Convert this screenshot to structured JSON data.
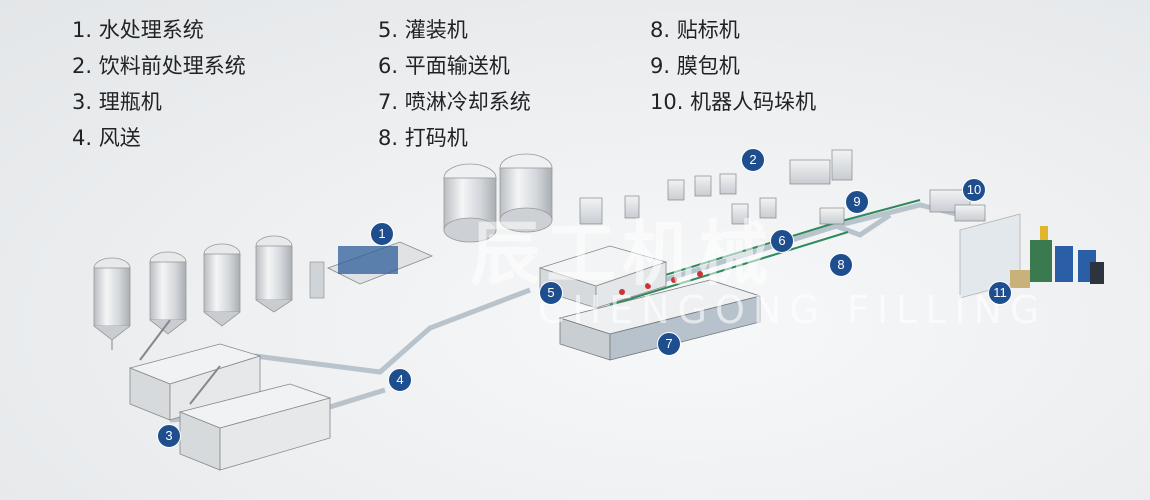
{
  "legend": {
    "col1": [
      "1. 水处理系统",
      "2. 饮料前处理系统",
      "3. 理瓶机",
      "4. 风送"
    ],
    "col2": [
      "5. 灌装机",
      "6. 平面输送机",
      "7. 喷淋冷却系统",
      "8. 打码机"
    ],
    "col3": [
      "8. 贴标机",
      "9. 膜包机",
      "10. 机器人码垛机"
    ]
  },
  "badges": [
    "1",
    "2",
    "3",
    "4",
    "5",
    "6",
    "7",
    "8",
    "9",
    "10",
    "11"
  ],
  "watermark": {
    "main": "辰工机械",
    "sub": "CHENGONG FILLING"
  },
  "colors": {
    "badge": "#1f4e8f",
    "conveyor": "#b9c3cc",
    "tank": "#d9dde1"
  }
}
